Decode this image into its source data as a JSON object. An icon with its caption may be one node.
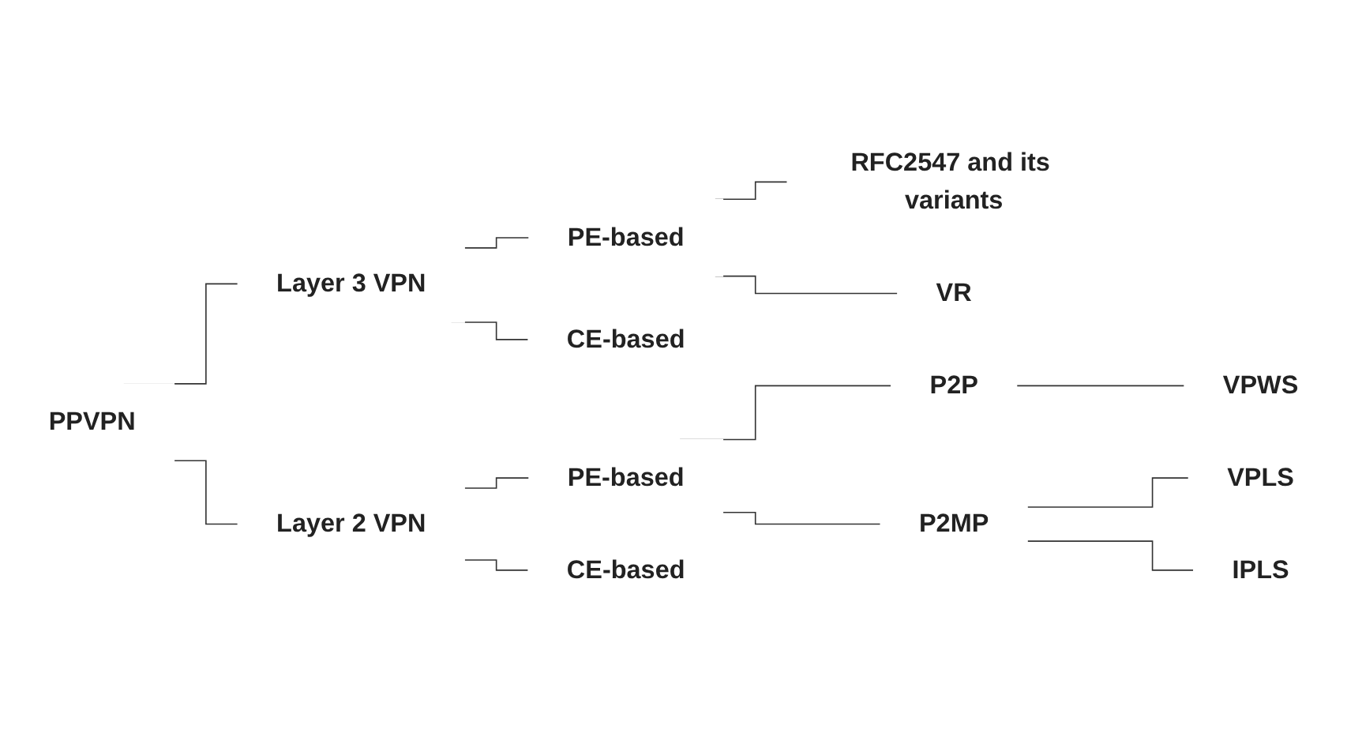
{
  "diagram": {
    "nodes": [
      {
        "text": [
          "PPVPN"
        ]
      },
      {
        "text": [
          "Layer 3 VPN"
        ]
      },
      {
        "text": [
          "PE-based"
        ]
      },
      {
        "text": [
          "RFC2547 and its variants"
        ]
      },
      {
        "text": [
          "VR"
        ]
      },
      {
        "text": [
          "CE-based"
        ]
      },
      {
        "text": [
          "Layer 2 VPN"
        ]
      },
      {
        "text": [
          "PE-based"
        ]
      },
      {
        "text": [
          "P2P"
        ]
      },
      {
        "text": [
          "VPWS"
        ]
      },
      {
        "text": [
          "P2MP"
        ]
      },
      {
        "text": [
          "VPLS"
        ]
      },
      {
        "text": [
          "IPLS"
        ]
      },
      {
        "text": [
          "CE-based"
        ]
      }
    ],
    "edges": [
      {
        "from": 0,
        "to": 1,
        "arrow": "none"
      },
      {
        "from": 0,
        "to": 6,
        "arrow": "none"
      },
      {
        "from": 1,
        "to": 2,
        "arrow": "none"
      },
      {
        "from": 1,
        "to": 5,
        "arrow": "none"
      },
      {
        "from": 2,
        "to": 3,
        "arrow": "none"
      },
      {
        "from": 2,
        "to": 4,
        "arrow": "none"
      },
      {
        "from": 6,
        "to": 7,
        "arrow": "none"
      },
      {
        "from": 6,
        "to": 13,
        "arrow": "none"
      },
      {
        "from": 7,
        "to": 8,
        "arrow": "none"
      },
      {
        "from": 7,
        "to": 10,
        "arrow": "none"
      },
      {
        "from": 8,
        "to": 9,
        "arrow": "none"
      },
      {
        "from": 10,
        "to": 11,
        "arrow": "none"
      },
      {
        "from": 10,
        "to": 12,
        "arrow": "none"
      }
    ]
  }
}
